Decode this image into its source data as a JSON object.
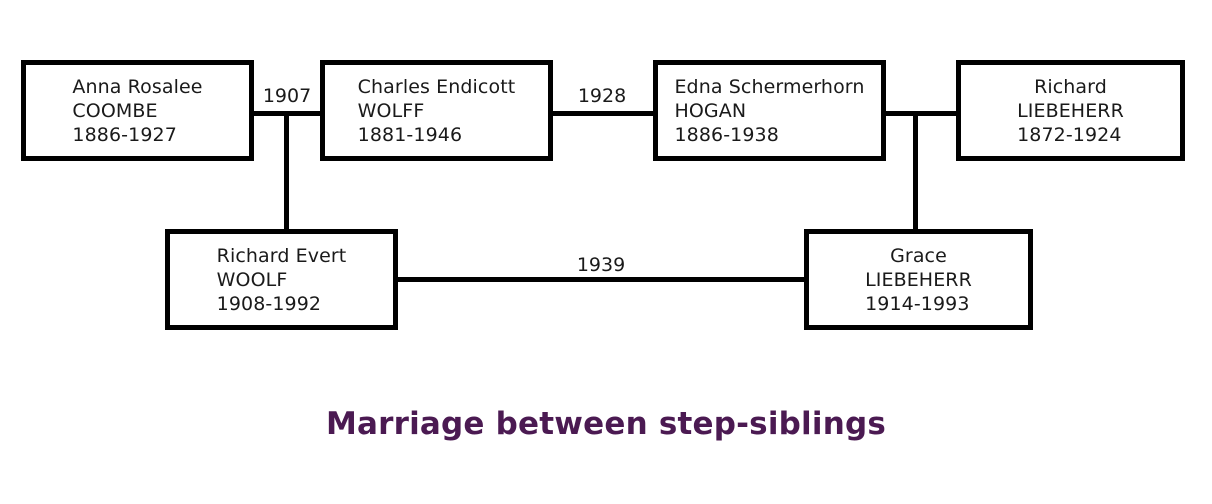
{
  "diagram": {
    "type": "family-tree",
    "caption": "Marriage between step-siblings",
    "caption_color": "#4B1A52",
    "line_color": "#000000",
    "background_color": "#FFFFFF",
    "people": [
      {
        "id": "anna",
        "given": "Anna Rosalee",
        "surname": "COOMBE",
        "dates": "1886-1927",
        "birth": "1886",
        "death": "1927"
      },
      {
        "id": "charles",
        "given": "Charles Endicott",
        "surname": "WOLFF",
        "dates": "1881-1946",
        "birth": "1881",
        "death": "1946"
      },
      {
        "id": "edna",
        "given": "Edna Schermerhorn",
        "surname": "HOGAN",
        "dates": "1886-1938",
        "birth": "1886",
        "death": "1938"
      },
      {
        "id": "richard_l",
        "given": "Richard",
        "surname": "LIEBEHERR",
        "dates": "1872-1924",
        "birth": "1872",
        "death": "1924"
      },
      {
        "id": "richard_w",
        "given": "Richard Evert",
        "surname": "WOOLF",
        "dates": "1908-1992",
        "birth": "1908",
        "death": "1992"
      },
      {
        "id": "grace",
        "given": "Grace",
        "surname": "LIEBEHERR",
        "dates": "1914-1993",
        "birth": "1914",
        "death": "1993"
      }
    ],
    "marriages": [
      {
        "id": "m1907",
        "year": "1907",
        "spouses": [
          "anna",
          "charles"
        ]
      },
      {
        "id": "m1928",
        "year": "1928",
        "spouses": [
          "charles",
          "edna"
        ]
      },
      {
        "id": "m_edna_richard",
        "year": "",
        "spouses": [
          "edna",
          "richard_l"
        ]
      },
      {
        "id": "m1939",
        "year": "1939",
        "spouses": [
          "richard_w",
          "grace"
        ]
      }
    ]
  }
}
